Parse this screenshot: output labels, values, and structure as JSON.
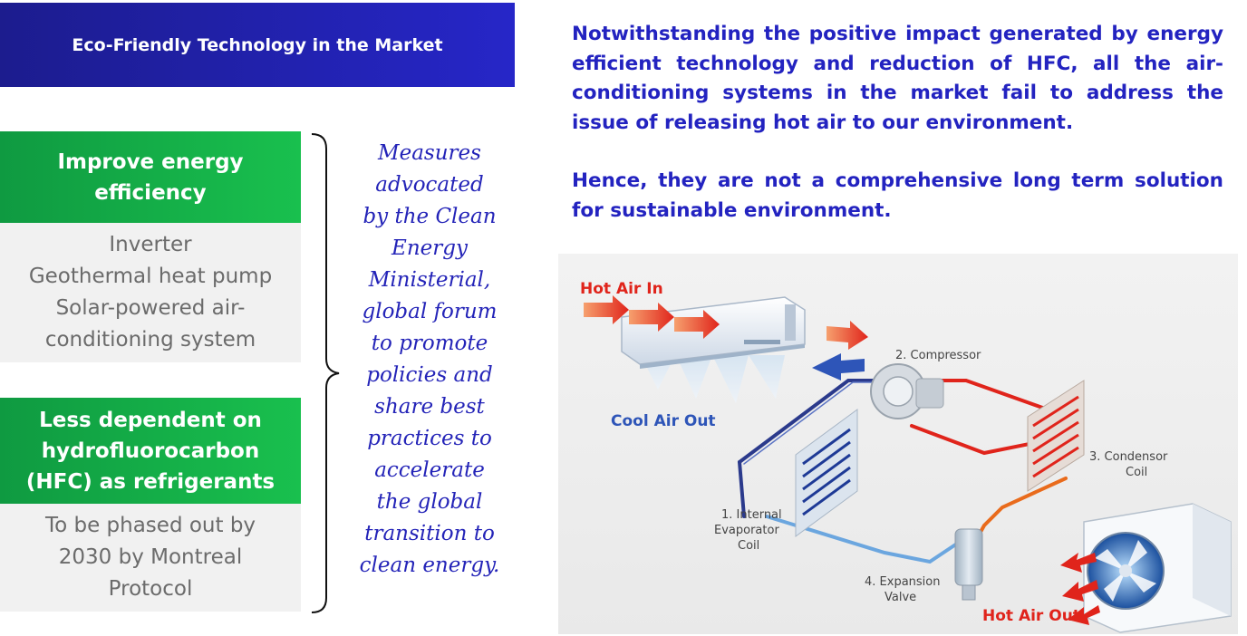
{
  "banner": {
    "title": "Eco-Friendly Technology in the Market"
  },
  "box1": {
    "heading": "Improve energy\nefficiency",
    "items": "Inverter\nGeothermal heat pump\nSolar-powered air-\nconditioning system"
  },
  "box2": {
    "heading": "Less dependent on\nhydrofluorocarbon\n(HFC) as refrigerants",
    "items": "To be phased out by\n2030 by Montreal\nProtocol"
  },
  "measures": "Measures\nadvocated\nby the Clean\nEnergy\nMinisterial,\nglobal forum\nto promote\npolicies and\nshare best\npractices to\naccelerate\nthe global\ntransition to\nclean energy.",
  "paragraph1": "Notwithstanding the positive impact generated by energy efficient technology and reduction of HFC, all the air-conditioning systems in the market fail to address the issue of releasing hot air  to our environment.",
  "paragraph2": "Hence, they are not a comprehensive long term solution for sustainable environment.",
  "diagram": {
    "hot_air_in": "Hot Air In",
    "cool_air_out": "Cool Air Out",
    "hot_air_out": "Hot Air Out",
    "compressor": "2. Compressor",
    "condensor_1": "3. Condensor",
    "condensor_2": "Coil",
    "evaporator_1": "1. Internal",
    "evaporator_2": "Evaporator",
    "evaporator_3": "Coil",
    "expansion_1": "4. Expansion",
    "expansion_2": "Valve"
  },
  "colors": {
    "banner": "#2626c8",
    "green": "#19c04e",
    "text_blue": "#2323c0",
    "hot_red": "#e0241b",
    "cool_blue": "#2e55b8"
  }
}
